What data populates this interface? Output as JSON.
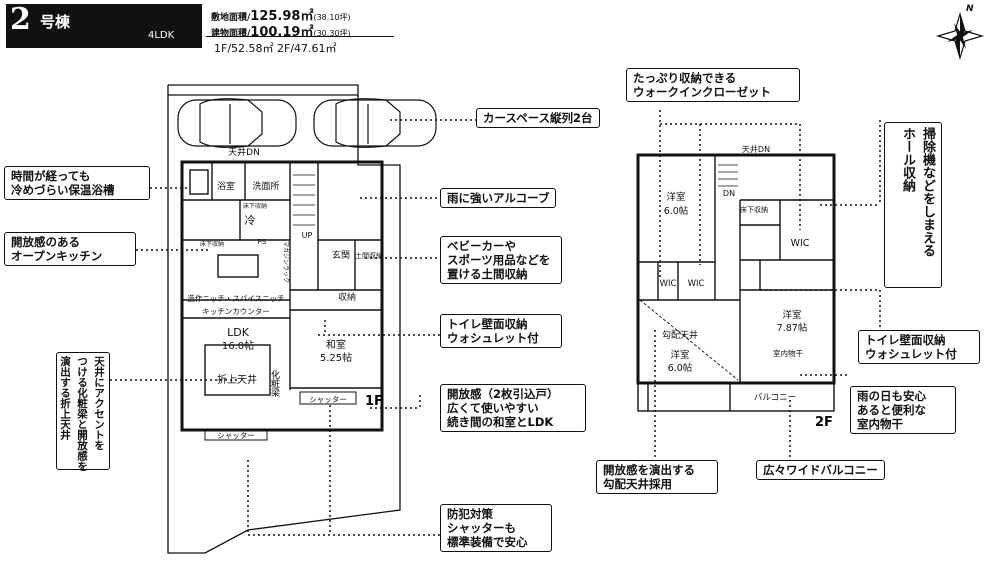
{
  "header": {
    "number": "2",
    "building_suffix": "号棟",
    "layout_type": "4LDK",
    "site_area_label": "敷地面積/",
    "site_area_value": "125.98㎡",
    "site_area_tsubo": "(38.10坪)",
    "floor_area_label": "建物面積/",
    "floor_area_value": "100.19㎡",
    "floor_area_tsubo": "(30.30坪)",
    "floors_summary": "1F/52.58㎡ 2F/47.61㎡"
  },
  "compass": {
    "label": "N"
  },
  "floor1": {
    "floor_label": "1F",
    "rooms": {
      "bath": "浴室",
      "washroom": "洗面所",
      "ceiling_dn": "天井DN",
      "kitchen": "冷",
      "ps": "PS",
      "floor_storage_1": "床下収納",
      "floor_storage_2": "床下収納",
      "magazine_rack": "マガジンラック",
      "entrance": "玄関",
      "earthen_storage": "土間収納",
      "up": "UP",
      "storage": "収納",
      "custom_niche": "造作ニッチ・スパイスニッチ",
      "kitchen_counter": "キッチンカウンター",
      "ldk": "LDK",
      "ldk_size": "16.0帖",
      "japanese_room": "和室",
      "japanese_size": "5.25帖",
      "folded_ceiling": "折上天井",
      "decorative_beam": "化粧梁",
      "shutter_1": "シャッター",
      "shutter_2": "シャッター"
    }
  },
  "floor2": {
    "floor_label": "2F",
    "rooms": {
      "room1": "洋室",
      "room1_size": "6.0帖",
      "ceiling_dn": "天井DN",
      "dn": "DN",
      "floor_storage": "床下収納",
      "wic1": "WIC",
      "wic2": "WIC",
      "wic3": "WIC",
      "sloped": "勾配天井",
      "room2": "洋室",
      "room2_size": "6.0帖",
      "room3": "洋室",
      "room3_size": "7.87帖",
      "indoor_dryer": "室内物干",
      "balcony": "バルコニー"
    }
  },
  "callouts": {
    "carspace": "カースペース縦列2台",
    "bath_warm": [
      "時間が経っても",
      "冷めづらい保温浴槽"
    ],
    "alcove": "雨に強いアルコーブ",
    "open_kitchen": [
      "開放感のある",
      "オープンキッチン"
    ],
    "earthen": [
      "ベビーカーや",
      "スポーツ用品などを",
      "置ける土間収納"
    ],
    "toilet1": [
      "トイレ壁面収納",
      "ウォシュレット付"
    ],
    "ceiling_accent": [
      "天井にアクセントを",
      "つける化粧梁と開放感を",
      "演出する折上天井"
    ],
    "japanese_open": [
      "開放感（2枚引込戸）",
      "広くて使いやすい",
      "続き間の和室とLDK"
    ],
    "security": [
      "防犯対策",
      "シャッターも",
      "標準装備で安心"
    ],
    "walkin": [
      "たっぷり収納できる",
      "ウォークインクローゼット"
    ],
    "hall_storage": [
      "掃除機などをしまえる",
      "ホール収納"
    ],
    "toilet2": [
      "トイレ壁面収納",
      "ウォシュレット付"
    ],
    "rain_dry": [
      "雨の日も安心",
      "あると便利な",
      "室内物干"
    ],
    "wide_balcony": "広々ワイドバルコニー",
    "sloped_ceiling": [
      "開放感を演出する",
      "勾配天井採用"
    ]
  }
}
